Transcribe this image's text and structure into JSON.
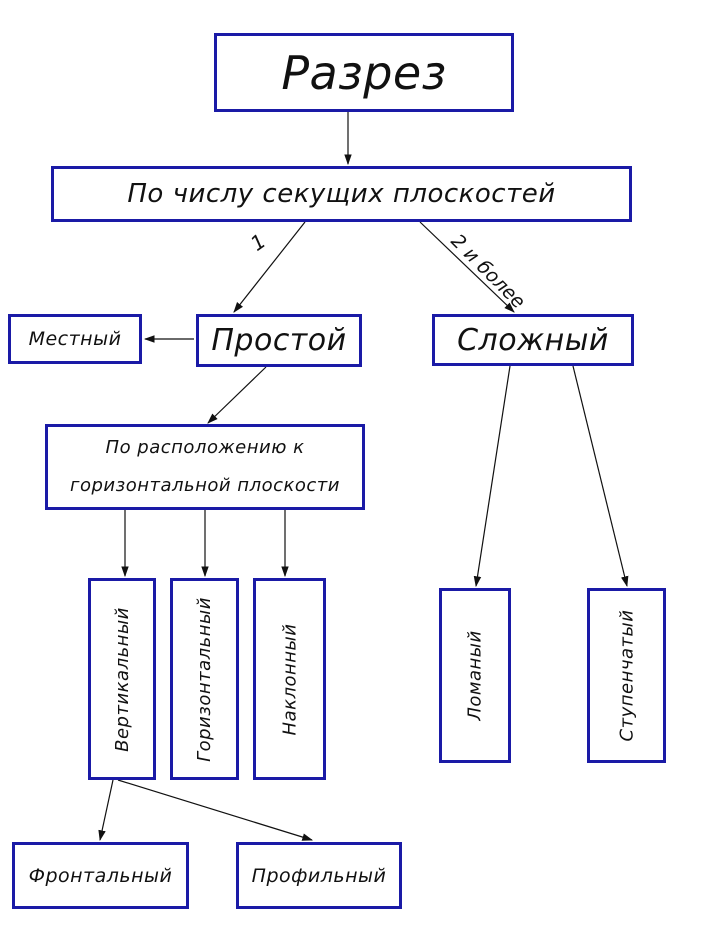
{
  "nodes": {
    "razrez": "Разрез",
    "po_chislu": "По числу секущих плоскостей",
    "prostoy": "Простой",
    "slozhny": "Сложный",
    "mestny": "Местный",
    "po_raspolozheniyu_line1": "По расположению к",
    "po_raspolozheniyu_line2": "горизонтальной плоскости",
    "vertikalny": "Вертикальный",
    "gorizontalny": "Горизонтальный",
    "naklonny": "Наклонный",
    "lomany": "Ломаный",
    "stupenchaty": "Ступенчатый",
    "frontalny": "Фронтальный",
    "profilny": "Профильный"
  },
  "edge_labels": {
    "one": "1",
    "two_or_more": "2 и более"
  },
  "colors": {
    "box_border": "#1a1aa6",
    "line": "#111111",
    "text": "#111111"
  }
}
